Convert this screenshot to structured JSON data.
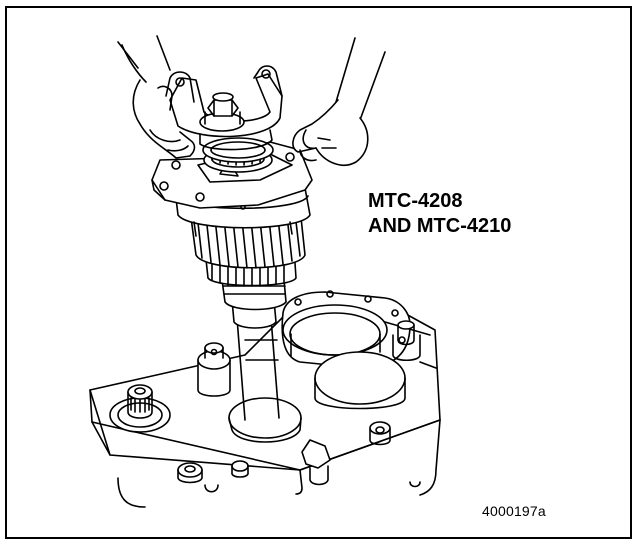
{
  "figure": {
    "model_label_line1": "MTC-4208",
    "model_label_line2": "AND MTC-4210",
    "figure_number": "4000197a"
  },
  "colors": {
    "line": "#000000",
    "background": "#ffffff"
  }
}
